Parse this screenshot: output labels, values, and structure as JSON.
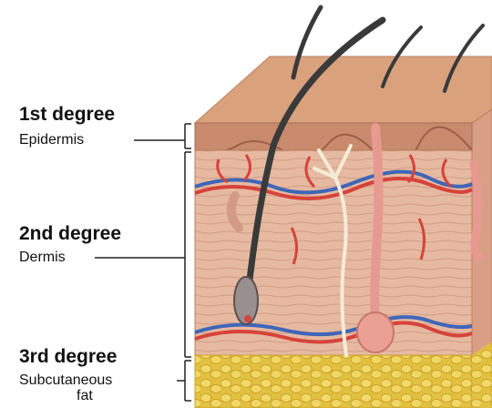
{
  "labels": {
    "first_degree": "1st degree",
    "epidermis": "Epidermis",
    "second_degree": "2nd degree",
    "dermis": "Dermis",
    "third_degree": "3rd degree",
    "subcutaneous_line1": "Subcutaneous",
    "subcutaneous_line2": "fat"
  },
  "colors": {
    "skin_top": "#d9a27c",
    "epidermis": "#c98a6e",
    "dermis": "#e4b39b",
    "side_face": "#d89f86",
    "fat": "#e6c84a",
    "hair": "#3a3a3a",
    "artery": "#d6433a",
    "vein": "#3f66b8",
    "nerve": "#f5ecd8"
  }
}
